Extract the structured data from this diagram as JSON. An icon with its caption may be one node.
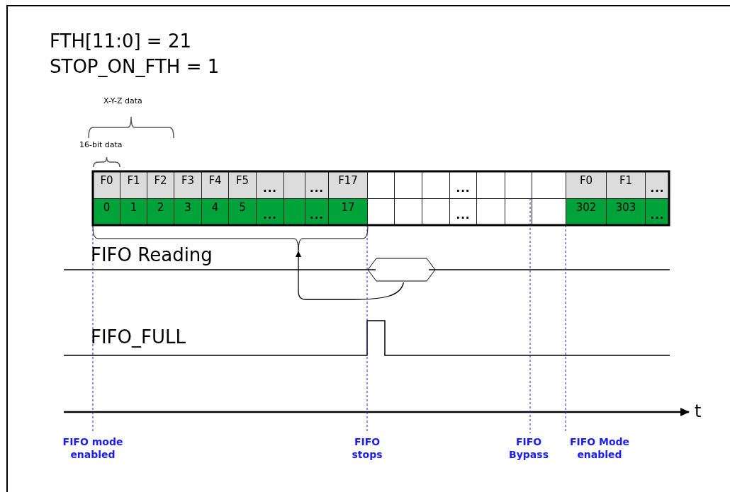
{
  "diagram": {
    "nodes": [
      {
        "text": [],
        "shape": "hexagon"
      },
      {
        "text": [],
        "shape": "brace"
      }
    ],
    "edges": [
      {
        "from": 0,
        "to": 1,
        "arrow": "to"
      }
    ],
    "labels": [
      "FTH[11:0] = 21",
      "STOP_ON_FTH = 1",
      "X-Y-Z data",
      "16-bit data",
      "F0",
      "F1",
      "F2",
      "F3",
      "F4",
      "F5",
      "...",
      "...",
      "F17",
      "...",
      "F0",
      "F1",
      "...",
      "0",
      "1",
      "2",
      "3",
      "4",
      "5",
      "...",
      "...",
      "17",
      "...",
      "302",
      "303",
      "...",
      "FIFO Reading",
      "FIFO_FULL",
      "t",
      "FIFO mode enabled",
      "FIFO stops",
      "FIFO Bypass",
      "FIFO Mode enabled"
    ]
  }
}
